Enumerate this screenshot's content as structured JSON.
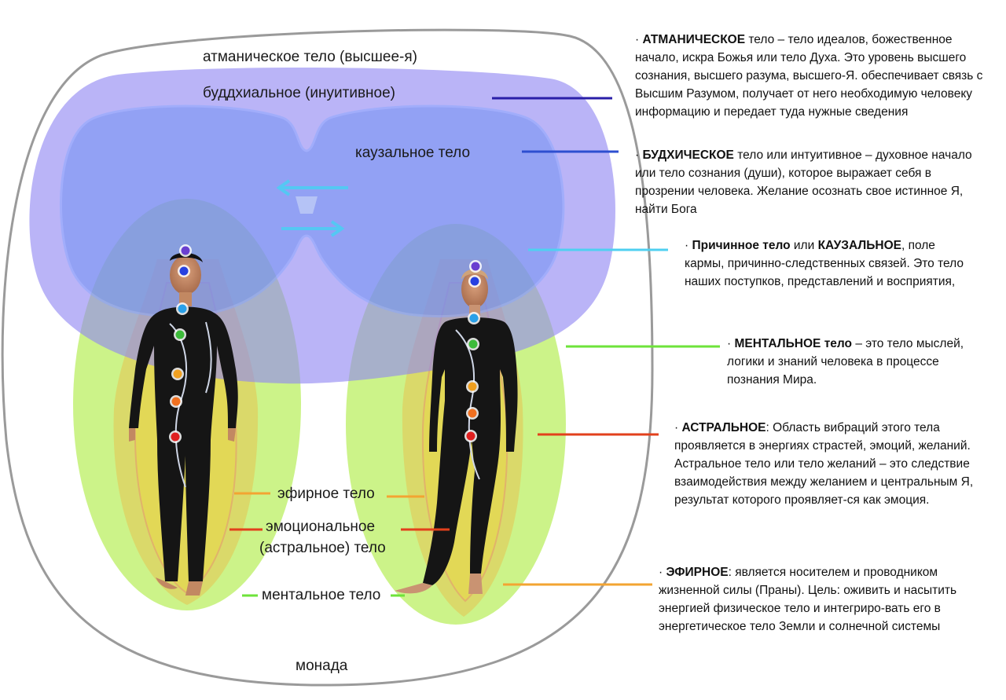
{
  "labels": {
    "atmanic": "атманическое тело (высшее-я)",
    "buddhic": "буддхиальное (инуитивное)",
    "causal": "каузальное тело",
    "etheric": "эфирное тело",
    "emotional_1": "эмоциональное",
    "emotional_2": "(астральное) тело",
    "mental": "ментальное тело",
    "monad": "монада"
  },
  "descriptions": [
    {
      "bullet": "· ",
      "bold": "АТМАНИЧЕСКОЕ",
      "text": " тело – тело идеалов, божественное начало, искра Божья или тело Духа. Это уровень высшего сознания, высшего разума, высшего-Я. обеспечивает связь с Высшим Разумом, получает от него необходимую человеку информацию и передает туда нужные сведения"
    },
    {
      "bullet": "· ",
      "bold": "БУДХИЧЕСКОЕ",
      "text": " тело или интуитивное – духовное начало или тело сознания (души), которое выражает себя в прозрении человека. Желание осознать свое истинное Я, найти Бога"
    },
    {
      "bullet": "· ",
      "bold": "Причинное тело",
      "text": " или ",
      "bold2": "КАУЗАЛЬНОЕ",
      "text2": ", поле кармы, причинно-следственных связей. Это тело наших поступков, представлений и восприятия,"
    },
    {
      "bullet": "· ",
      "bold": "МЕНТАЛЬНОЕ тело",
      "text": " – это тело мыслей, логики и знаний человека в процессе познания Мира."
    },
    {
      "bullet": "· ",
      "bold": "АСТРАЛЬНОЕ",
      "text": ": Область вибраций этого тела проявляется в энергиях страстей, эмоций, желаний. Астральное тело или тело желаний – это следствие взаимодействия между желанием и центральным Я, результат которого проявляет-ся как эмоция."
    },
    {
      "bullet": "· ",
      "bold": "ЭФИРНОЕ",
      "text": ": является носителем и проводником жизненной силы (Праны). Цель: оживить и насытить энергией физическое тело и интегриро-вать его в энергетическое тело Земли и солнечной системы"
    }
  ],
  "colors": {
    "atmanic_line": "#2a1fa8",
    "buddhic_line": "#2e4fd0",
    "causal_line": "#4fd0f0",
    "mental_line": "#6ee33a",
    "astral_line": "#e2401c",
    "etheric_line": "#f3a432",
    "mental_aura": "#c6f27c",
    "buddhic_field": "#8f86f2",
    "causal_field": "#7896f0",
    "arrow": "#54c8f3"
  },
  "chakras": [
    "#6a3fd0",
    "#2740e0",
    "#2aa0e8",
    "#3dbb3a",
    "#f0a020",
    "#f07020",
    "#e02020"
  ]
}
